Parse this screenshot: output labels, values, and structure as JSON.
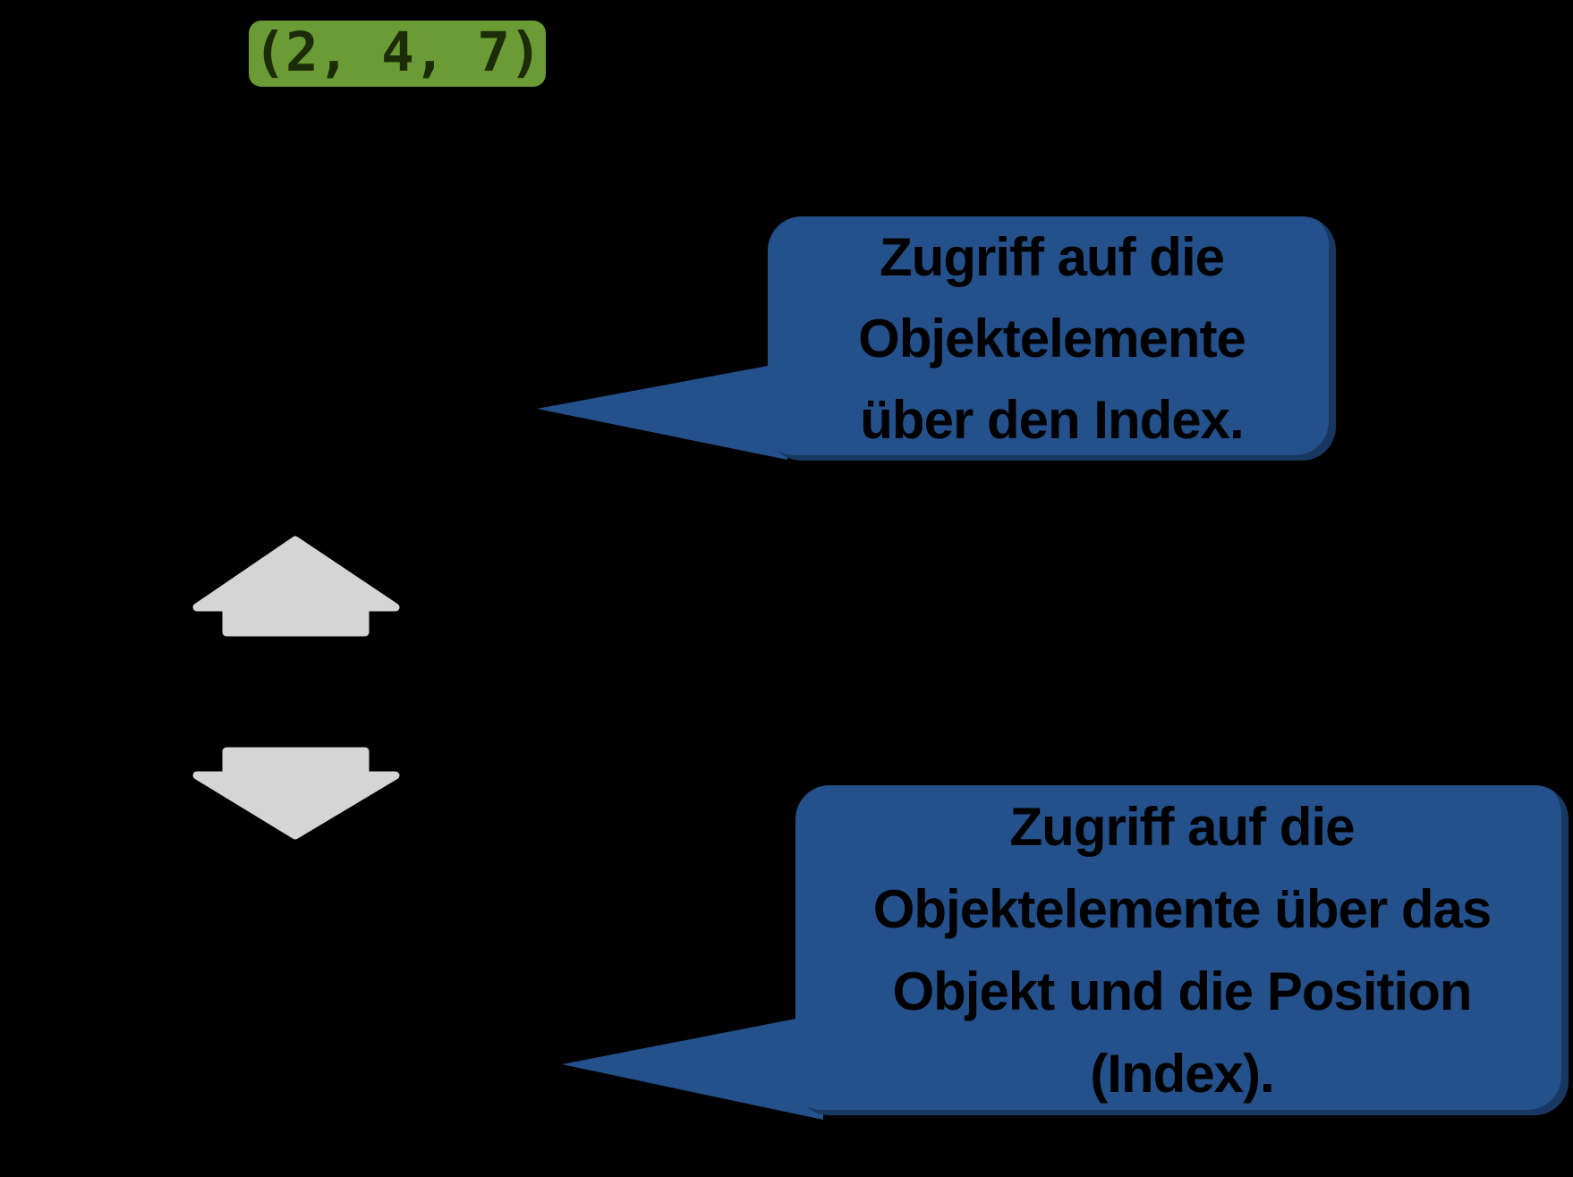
{
  "slide": {
    "background": "#000000",
    "code_chip": {
      "text": "(2, 4, 7)"
    },
    "callout_top": {
      "lines": [
        "Zugriff auf die",
        "Objektelemente",
        "über den Index."
      ]
    },
    "callout_bottom": {
      "lines": [
        "Zugriff auf die",
        "Objektelemente über das",
        "Objekt und die Position",
        "(Index)."
      ]
    },
    "icons": {
      "up_arrow": "up-arrow-icon",
      "down_arrow": "down-arrow-icon"
    }
  },
  "colors": {
    "canvas-bg": "#000000",
    "chip-green": "#6B9B34",
    "chip-text": "#1C2B08",
    "bubble-blue": "#24518B",
    "bubble-text": "#000000",
    "arrow-gray": "#D5D5D5"
  }
}
